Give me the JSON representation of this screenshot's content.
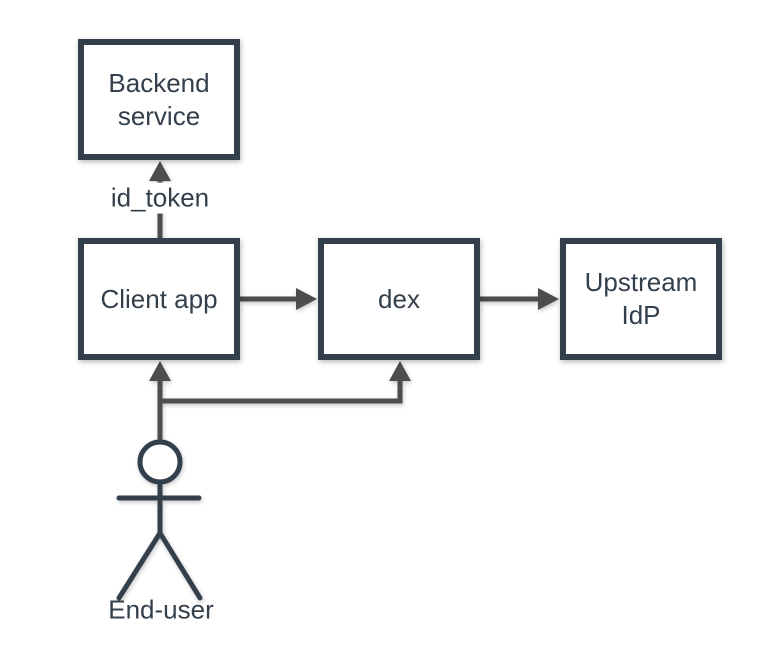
{
  "diagram": {
    "nodes": {
      "backend": {
        "label": "Backend service"
      },
      "client": {
        "label": "Client app"
      },
      "dex": {
        "label": "dex"
      },
      "upstream": {
        "label": "Upstream IdP"
      }
    },
    "edges": {
      "id_token": {
        "label": "id_token"
      }
    },
    "actor": {
      "label": "End-user",
      "icon": "person-icon"
    },
    "colors": {
      "background": "#FFFFFF",
      "node_fill": "#FFFFFF",
      "node_border": "#343F4C",
      "node_text": "#343F4C",
      "connector": "#4D4D4D"
    }
  }
}
